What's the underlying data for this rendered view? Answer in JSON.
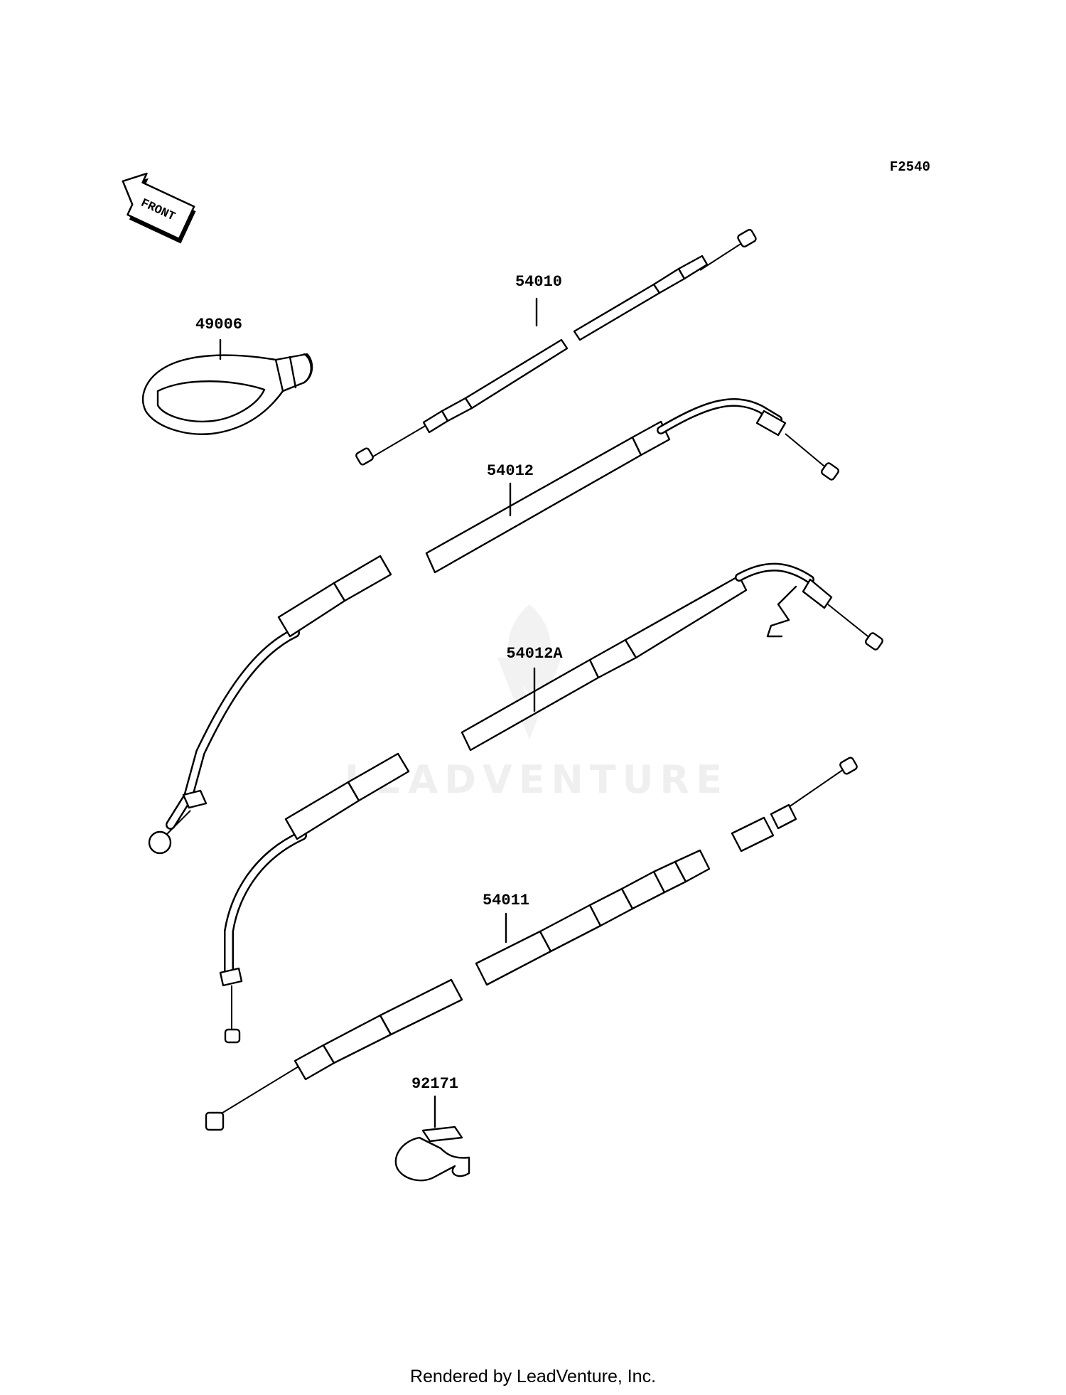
{
  "figure_code": "F2540",
  "front_marker": "FRONT",
  "watermark": "LEADVENTURE",
  "footer": "Rendered by LeadVenture, Inc.",
  "parts": [
    {
      "id": "49006"
    },
    {
      "id": "54010"
    },
    {
      "id": "54012"
    },
    {
      "id": "54012A"
    },
    {
      "id": "54011"
    },
    {
      "id": "92171"
    }
  ]
}
